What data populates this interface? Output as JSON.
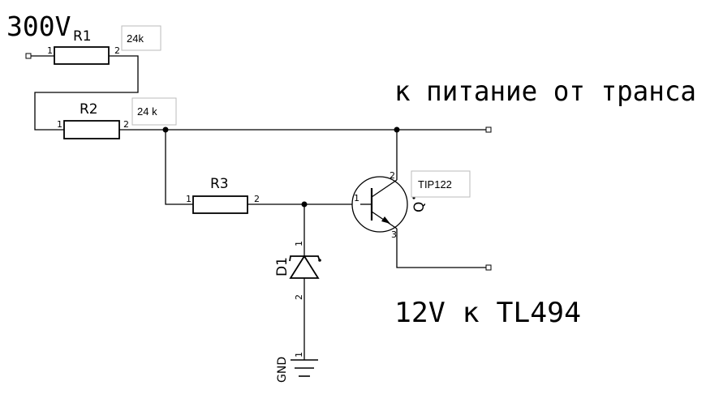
{
  "labels": {
    "input_voltage": "300V",
    "output_top": "к питание от транса",
    "output_bottom": "12V к TL494"
  },
  "components": {
    "r1": {
      "ref": "R1",
      "value": "24k",
      "pin1": "1",
      "pin2": "2"
    },
    "r2": {
      "ref": "R2",
      "value": "24 k",
      "pin1": "1",
      "pin2": "2"
    },
    "r3": {
      "ref": "R3",
      "pin1": "1",
      "pin2": "2"
    },
    "d1": {
      "ref": "D1",
      "pin1": "1",
      "pin2": "2"
    },
    "q": {
      "ref": "Q",
      "value": "TIP122",
      "pin1": "1",
      "pin2": "2",
      "pin3": "3"
    },
    "gnd": {
      "ref": "GND",
      "pin1": "1"
    }
  }
}
